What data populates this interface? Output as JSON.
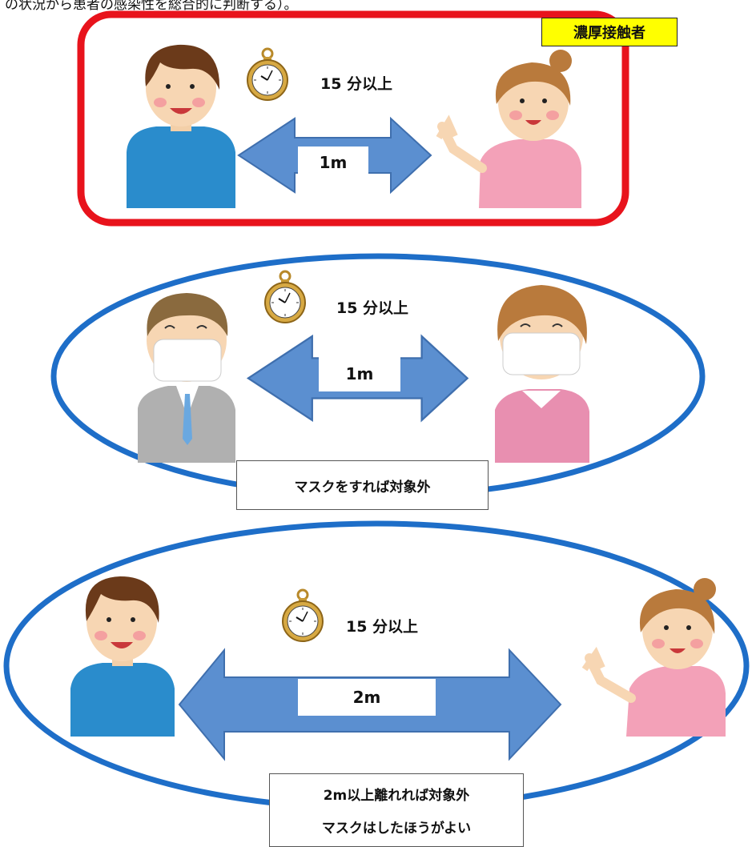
{
  "header_text": "の状況から患者の感染性を総合的に判断する）。",
  "panels": [
    {
      "id": "close-contact",
      "tag": "濃厚接触者",
      "time": "15 分以上",
      "distance": "1m"
    },
    {
      "id": "masked",
      "time": "15 分以上",
      "distance": "1m",
      "caption": "マスクをすれば対象外"
    },
    {
      "id": "distanced",
      "time": "15 分以上",
      "distance": "2m",
      "caption_lines": [
        "2m以上離れれば対象外",
        "マスクはしたほうがよい"
      ]
    }
  ],
  "colors": {
    "red_frame": "#e8131c",
    "blue_frame": "#1e6ec8",
    "arrow_fill": "#5b8fd0",
    "arrow_stroke": "#3f6fae",
    "tag_bg": "#ffff00"
  }
}
